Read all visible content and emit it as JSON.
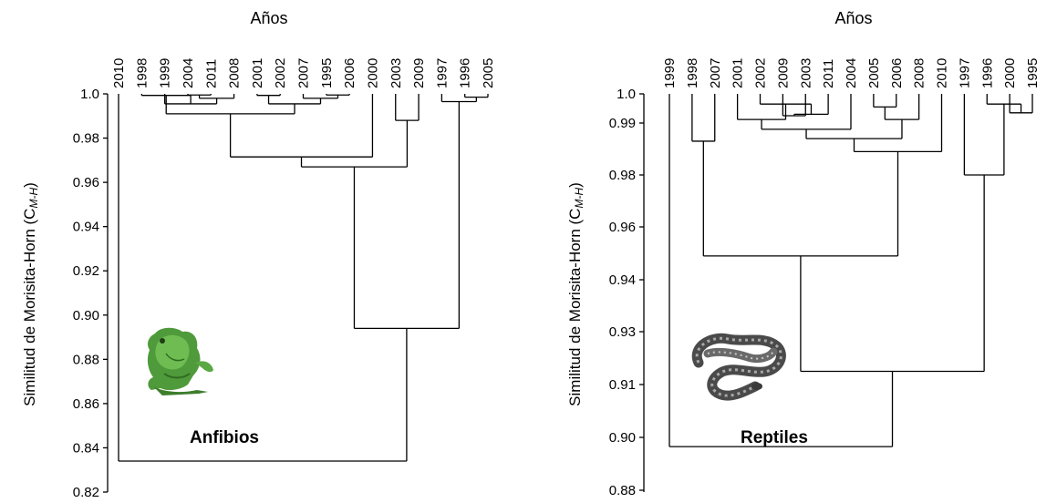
{
  "chart_data": [
    {
      "type": "dendrogram",
      "title": "Años",
      "ylabel": "Similitud de Morisita-Horn (C",
      "ylabel_sub": "M-H",
      "ylabel_end": ")",
      "label": "Anfibios",
      "image": "frog-illustration",
      "yscale": "linear",
      "ylim": [
        0.82,
        1.0
      ],
      "yticks": [
        1.0,
        0.98,
        0.96,
        0.94,
        0.92,
        0.9,
        0.88,
        0.86,
        0.84,
        0.82
      ],
      "ytick_labels": [
        "1.0",
        "0.98",
        "0.96",
        "0.94",
        "0.92",
        "0.90",
        "0.88",
        "0.86",
        "0.84",
        "0.82"
      ],
      "leaves": [
        "2010",
        "1998",
        "1999",
        "2004",
        "2011",
        "2008",
        "2001",
        "2002",
        "2007",
        "1995",
        "2006",
        "2000",
        "2003",
        "2009",
        "1997",
        "1996",
        "2005"
      ],
      "merges": [
        {
          "id": "a1",
          "left": "2004",
          "right": "2011",
          "height": 0.9995
        },
        {
          "id": "a2",
          "left": "a1",
          "right": "2008",
          "height": 0.998
        },
        {
          "id": "a3",
          "left": "1999",
          "right": "a2",
          "height": 0.9955
        },
        {
          "id": "a4",
          "left": "1998",
          "right": "a3",
          "height": 0.9993
        },
        {
          "id": "a5",
          "left": "2001",
          "right": "2002",
          "height": 0.9993
        },
        {
          "id": "a6",
          "left": "1995",
          "right": "2006",
          "height": 0.9995
        },
        {
          "id": "a7",
          "left": "2007",
          "right": "a6",
          "height": 0.998
        },
        {
          "id": "a8",
          "left": "a5",
          "right": "a7",
          "height": 0.9955
        },
        {
          "id": "a9",
          "left": "a4",
          "right": "a8",
          "height": 0.991
        },
        {
          "id": "a10",
          "left": "a9",
          "right": "2000",
          "height": 0.9715
        },
        {
          "id": "a11",
          "left": "2003",
          "right": "2009",
          "height": 0.988
        },
        {
          "id": "a12",
          "left": "a10",
          "right": "a11",
          "height": 0.967
        },
        {
          "id": "a13",
          "left": "1996",
          "right": "2005",
          "height": 0.9985
        },
        {
          "id": "a14",
          "left": "1997",
          "right": "a13",
          "height": 0.9965
        },
        {
          "id": "a15",
          "left": "a12",
          "right": "a14",
          "height": 0.894
        },
        {
          "id": "a16",
          "left": "2010",
          "right": "a15",
          "height": 0.834
        }
      ]
    },
    {
      "type": "dendrogram",
      "title": "Años",
      "ylabel": "Similitud de Morisita-Horn (C",
      "ylabel_sub": "M-H",
      "ylabel_end": ")",
      "label": "Reptiles",
      "image": "snake-illustration",
      "yscale": "nonlinear-ticks",
      "ylim": [
        0.88,
        1.0
      ],
      "yticks": [
        1.0,
        0.99,
        0.98,
        0.96,
        0.94,
        0.93,
        0.91,
        0.9,
        0.88
      ],
      "ytick_labels": [
        "1.0",
        "0.99",
        "0.98",
        "0.96",
        "0.94",
        "0.93",
        "0.91",
        "0.90",
        "0.88"
      ],
      "leaves": [
        "1999",
        "1998",
        "2007",
        "2001",
        "2002",
        "2009",
        "2003",
        "2011",
        "2004",
        "2005",
        "2006",
        "2008",
        "2010",
        "1997",
        "1996",
        "2000",
        "1995"
      ],
      "merges": [
        {
          "id": "r1",
          "left": "1998",
          "right": "2007",
          "height": 0.9865
        },
        {
          "id": "r2",
          "left": "2009",
          "right": "2003",
          "height": 0.9925
        },
        {
          "id": "r3",
          "left": "r2",
          "right": "2011",
          "height": 0.993
        },
        {
          "id": "r4",
          "left": "2002",
          "right": "r3",
          "height": 0.9965
        },
        {
          "id": "r5",
          "left": "2001",
          "right": "r4",
          "height": 0.9912
        },
        {
          "id": "r6",
          "left": "r5",
          "right": "2004",
          "height": 0.9888
        },
        {
          "id": "r7",
          "left": "2005",
          "right": "2006",
          "height": 0.9955
        },
        {
          "id": "r8",
          "left": "r7",
          "right": "2008",
          "height": 0.9912
        },
        {
          "id": "r9",
          "left": "r6",
          "right": "r8",
          "height": 0.987
        },
        {
          "id": "r10",
          "left": "r9",
          "right": "2010",
          "height": 0.9845
        },
        {
          "id": "r11",
          "left": "r1",
          "right": "r10",
          "height": 0.949
        },
        {
          "id": "r12",
          "left": "2000",
          "right": "1995",
          "height": 0.9935
        },
        {
          "id": "r13",
          "left": "1996",
          "right": "r12",
          "height": 0.9965
        },
        {
          "id": "r14",
          "left": "1997",
          "right": "r13",
          "height": 0.98
        },
        {
          "id": "r15",
          "left": "r11",
          "right": "r14",
          "height": 0.915
        },
        {
          "id": "r16",
          "left": "1999",
          "right": "r15",
          "height": 0.8965
        }
      ]
    }
  ]
}
